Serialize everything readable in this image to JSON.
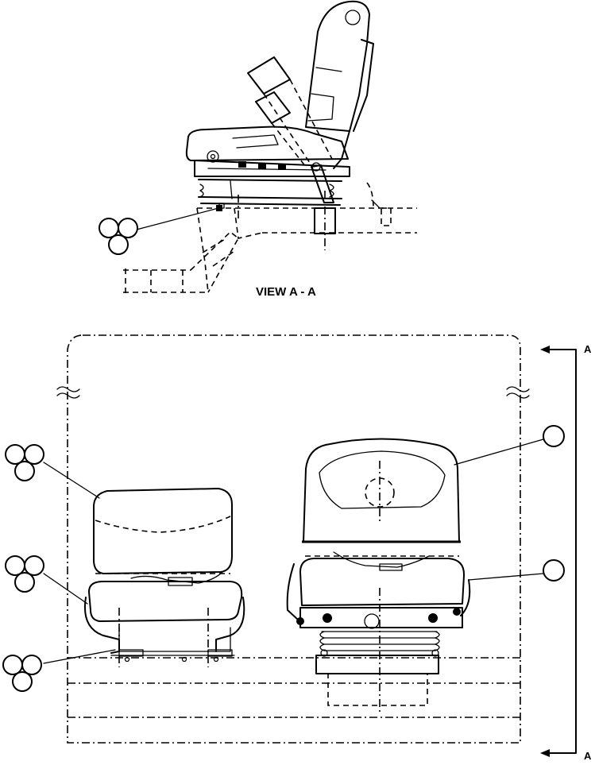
{
  "view_label": "VIEW A - A",
  "section_marker_top": "A",
  "section_marker_bottom": "A"
}
